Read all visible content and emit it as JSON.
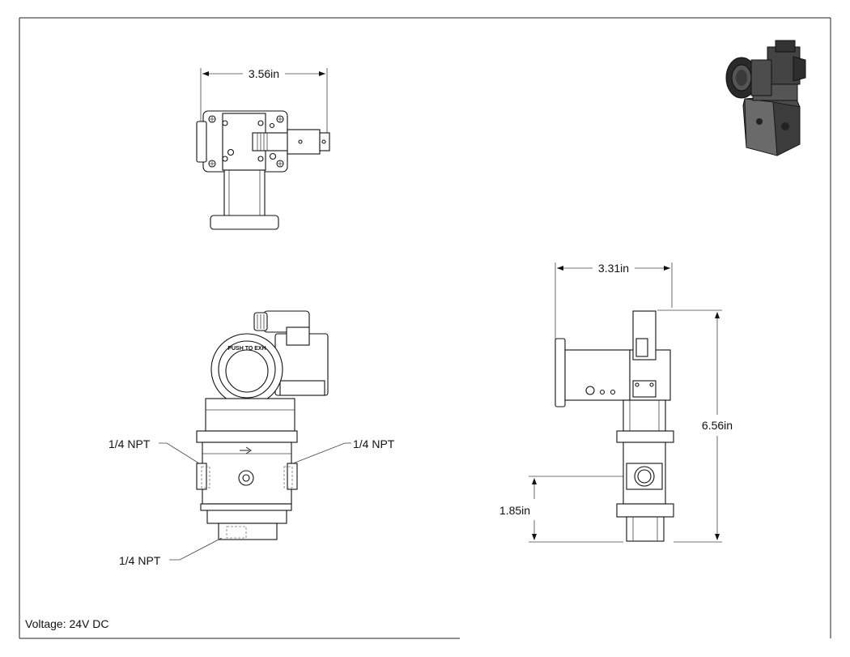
{
  "dimensions": {
    "top_width": "3.56in",
    "side_width": "3.31in",
    "height": "6.56in",
    "port_height": "1.85in"
  },
  "callouts": {
    "left_port": "1/4 NPT",
    "right_port": "1/4 NPT",
    "bottom_port": "1/4 NPT"
  },
  "button_text": "PUSH TO EXH",
  "notes": {
    "voltage": "Voltage: 24V DC"
  }
}
